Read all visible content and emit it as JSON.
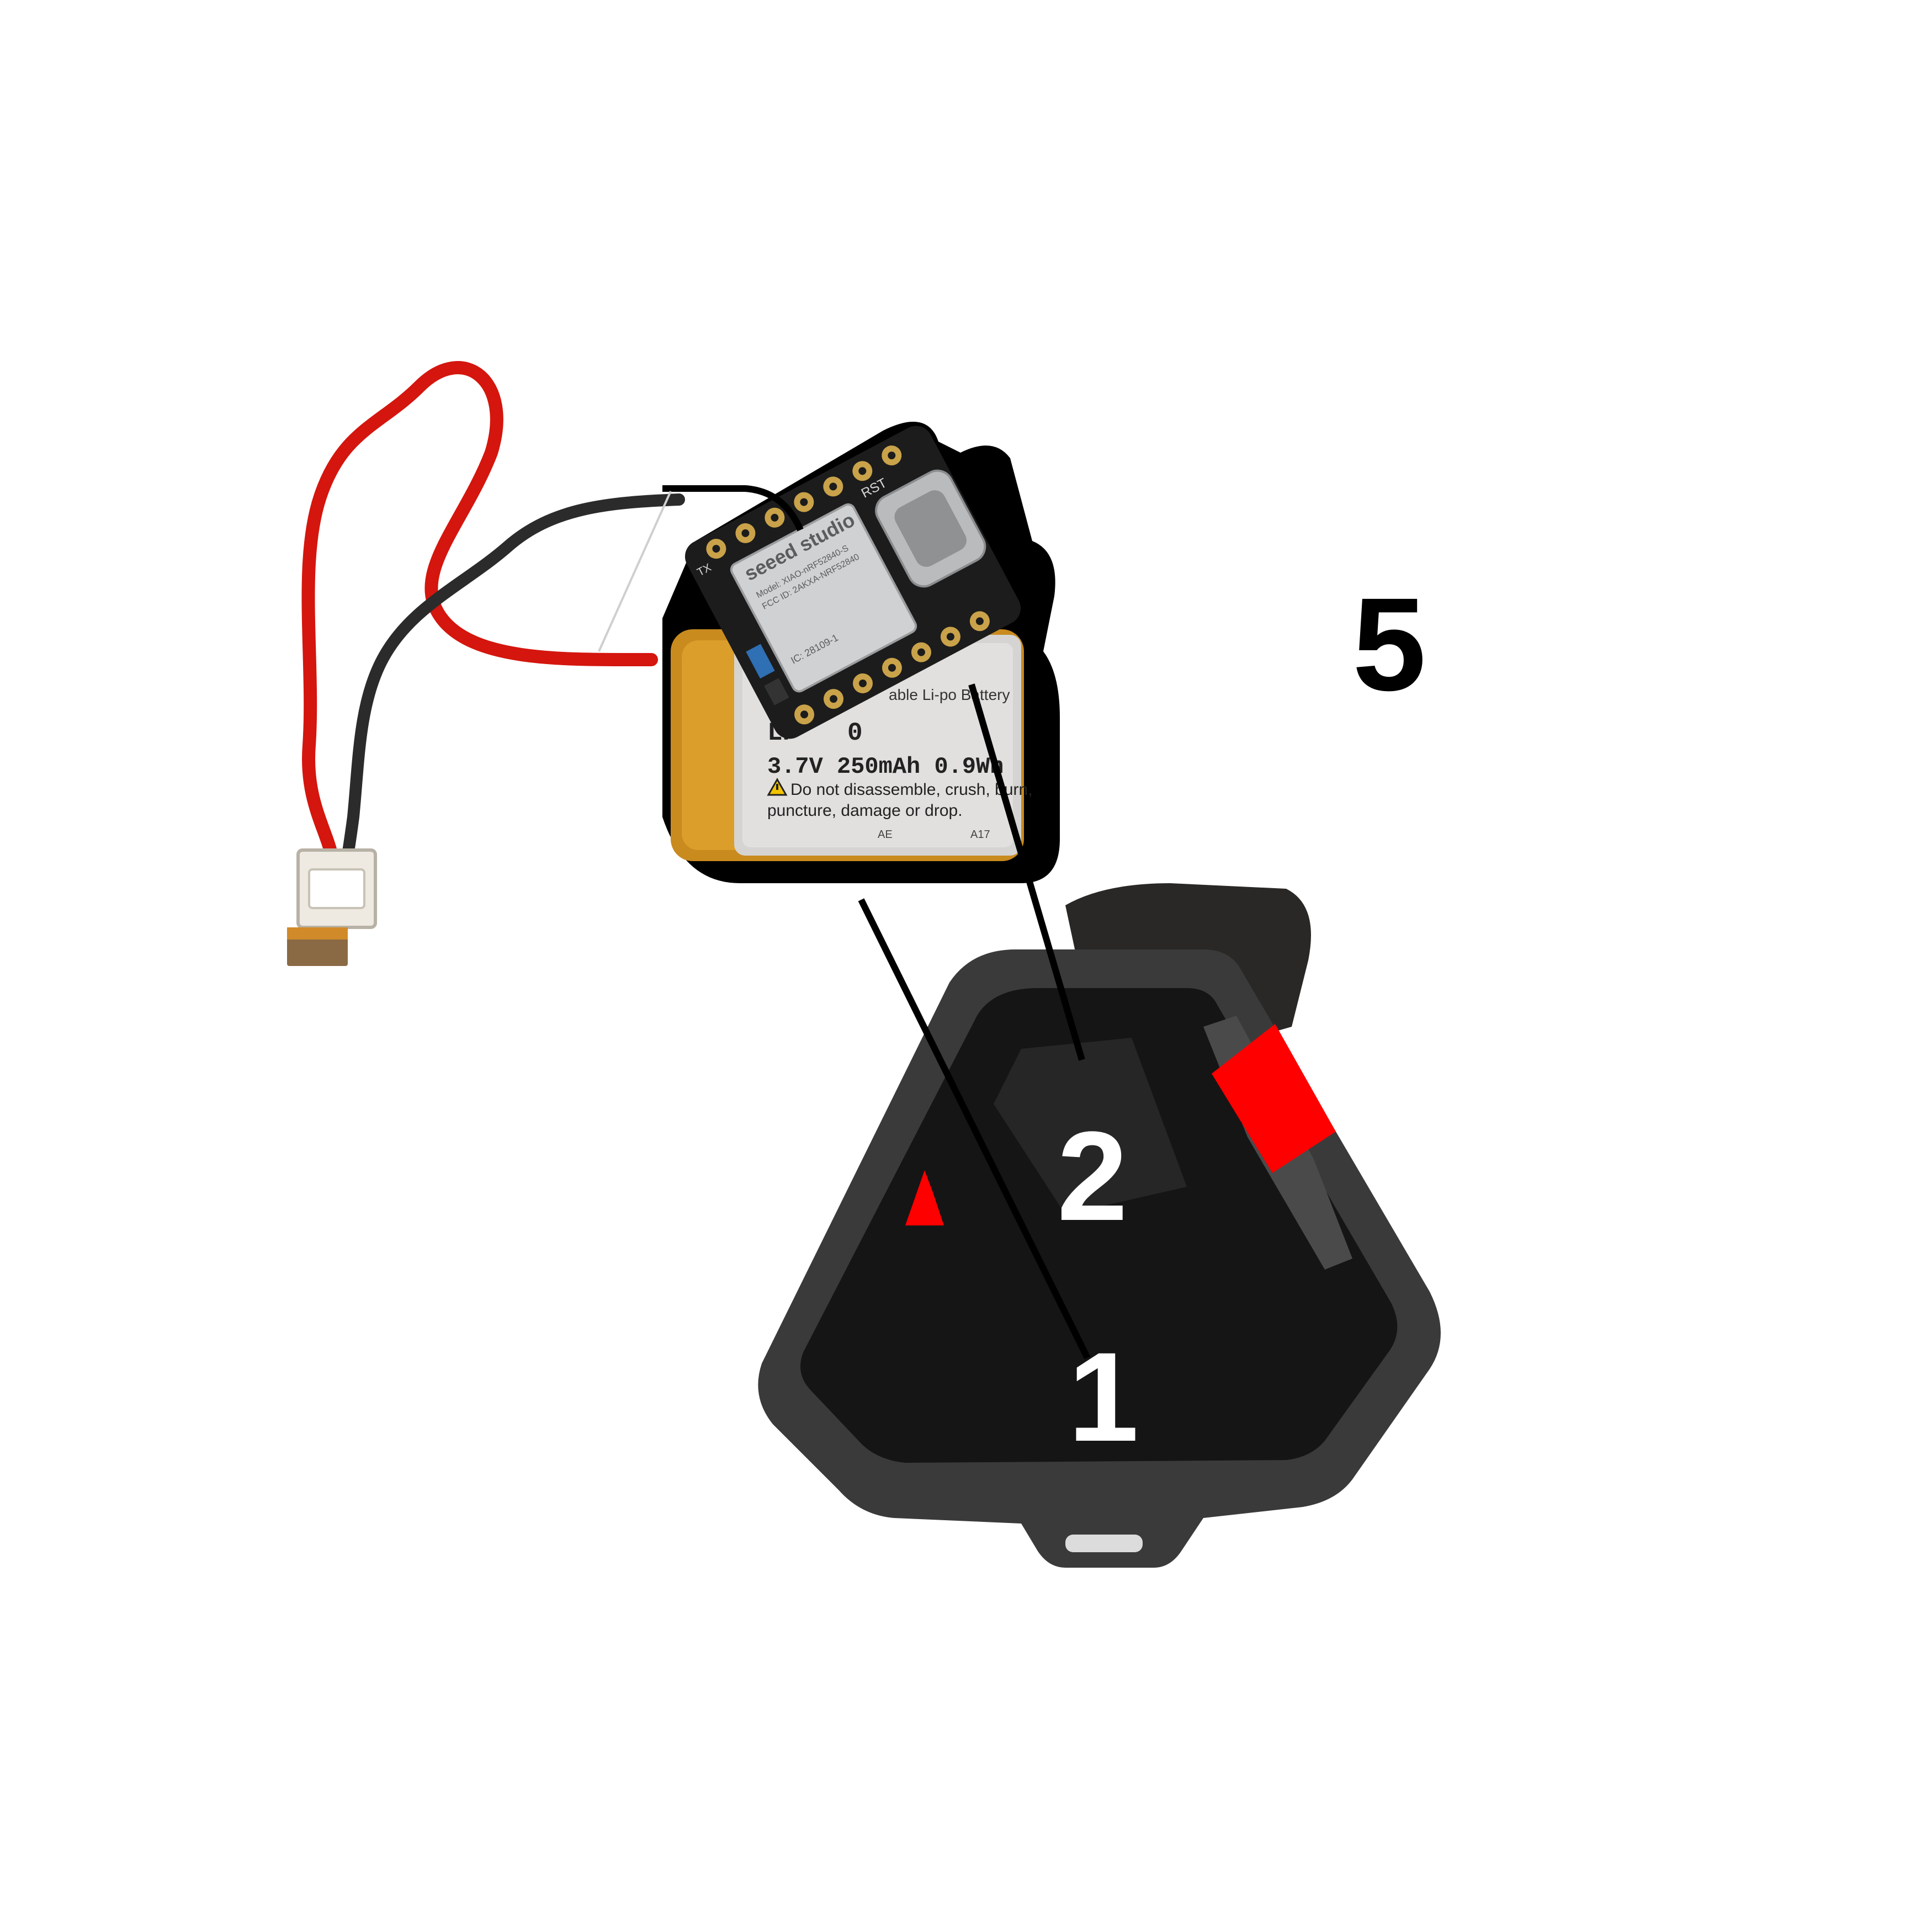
{
  "step_number": "5",
  "callouts": [
    {
      "label": "1"
    },
    {
      "label": "2"
    }
  ],
  "colors": {
    "callout_line": "#000000",
    "marker_red": "#ff0000",
    "label_white": "#ffffff",
    "step_text": "#000000"
  },
  "battery": {
    "line1_partial": "LP",
    "line1_suffix": "0",
    "spec": "3.7V  250mAh  0.9Wh",
    "warning": "Do not disassemble, crush, burn,",
    "warning2": "puncture, damage or drop.",
    "topline": "able Li-po Battery",
    "code_left": "AE",
    "code_right": "A17"
  },
  "board": {
    "brand": "seeed studio",
    "model": "Model: XIAO-nRF52840-S",
    "fcc": "FCC ID: 2AKXA-NRF52840",
    "ic": "IC: 28109-1",
    "rst": "RST",
    "tx": "TX"
  },
  "icons": [
    "pointer-triangle-icon",
    "red-tab-marker-icon",
    "warning-triangle-icon"
  ]
}
